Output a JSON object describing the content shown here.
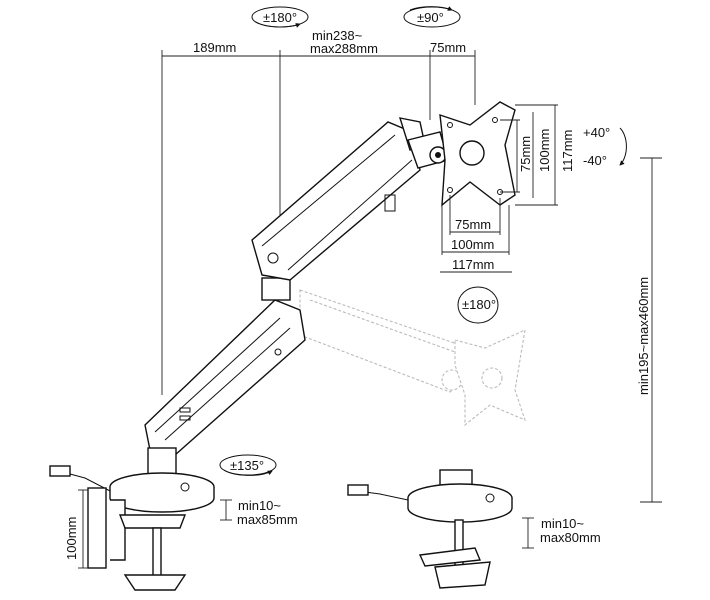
{
  "dimensions": {
    "arm_reach_1": "189mm",
    "arm_reach_2_line1": "min238~",
    "arm_reach_2_line2": "max288mm",
    "arm_reach_3": "75mm",
    "vesa_75_h": "75mm",
    "vesa_100_h": "100mm",
    "vesa_117_h": "117mm",
    "vesa_75_w": "75mm",
    "vesa_100_w": "100mm",
    "vesa_117_w": "117mm",
    "height_range": "min195~max460mm",
    "clamp_height": "100mm",
    "clamp_thickness_line1": "min10~",
    "clamp_thickness_line2": "max85mm",
    "grommet_thickness_line1": "min10~",
    "grommet_thickness_line2": "max80mm"
  },
  "rotations": {
    "swivel_top": "±180°",
    "rotate_top": "±90°",
    "tilt_up": "+40°",
    "tilt_down": "-40°",
    "swivel_mid": "±180°",
    "swivel_base": "±135°"
  }
}
